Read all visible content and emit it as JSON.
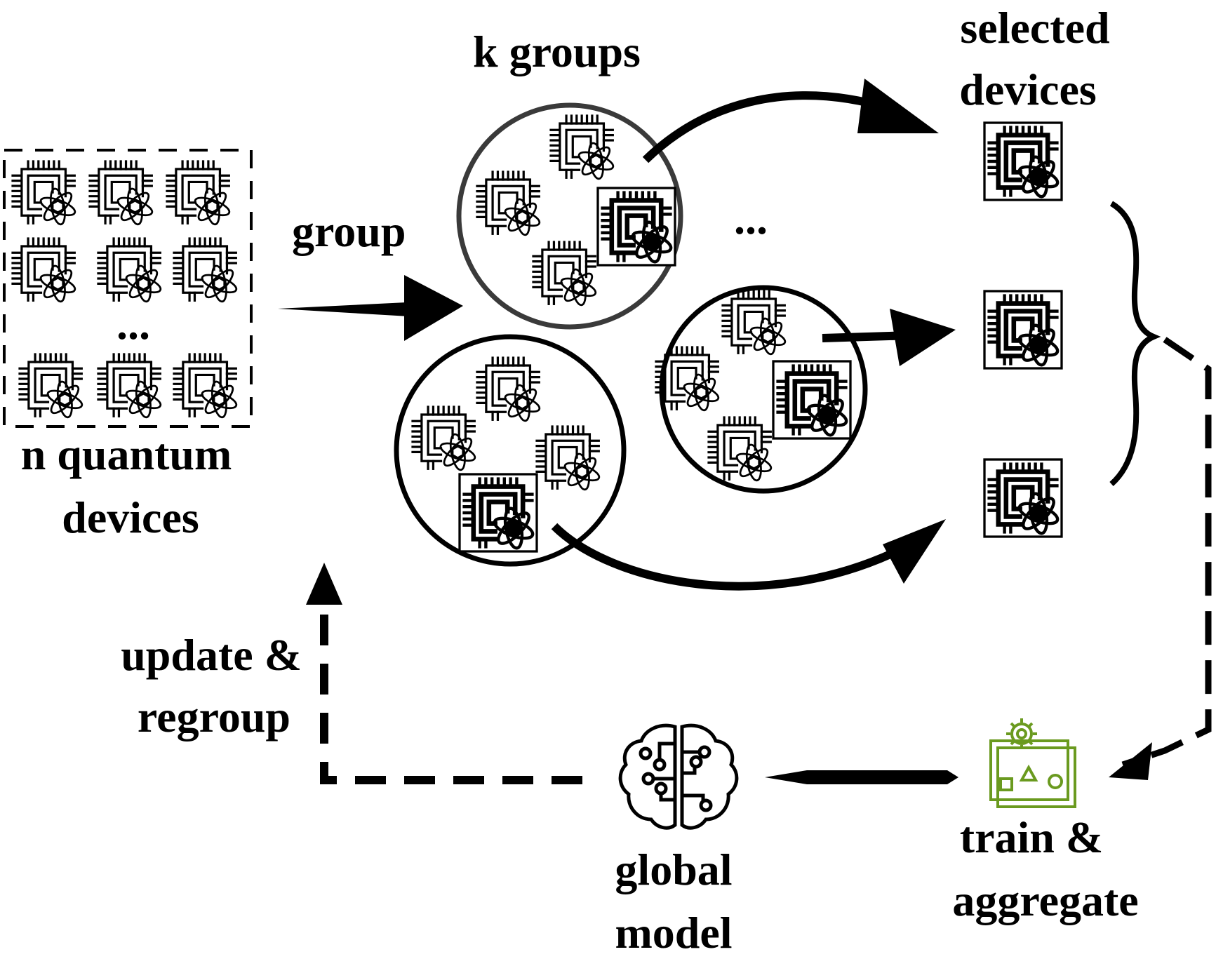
{
  "labels": {
    "n_devices_line1": "n quantum",
    "n_devices_line2": "devices",
    "group": "group",
    "k_groups": "k groups",
    "selected_line1": "selected",
    "selected_line2": "devices",
    "update_line1": "update &",
    "update_line2": "regroup",
    "global_line1": "global",
    "global_line2": "model",
    "train_line1": "train &",
    "train_line2": "aggregate",
    "ellipsis_grid": "...",
    "ellipsis_groups": "..."
  },
  "colors": {
    "ink": "#000000",
    "train_icon": "#6a9a1f"
  },
  "icons": {
    "device": "quantum-chip-icon",
    "selected_device": "quantum-chip-filled-icon",
    "global_model": "brain-circuit-icon",
    "train": "training-gear-icon"
  }
}
